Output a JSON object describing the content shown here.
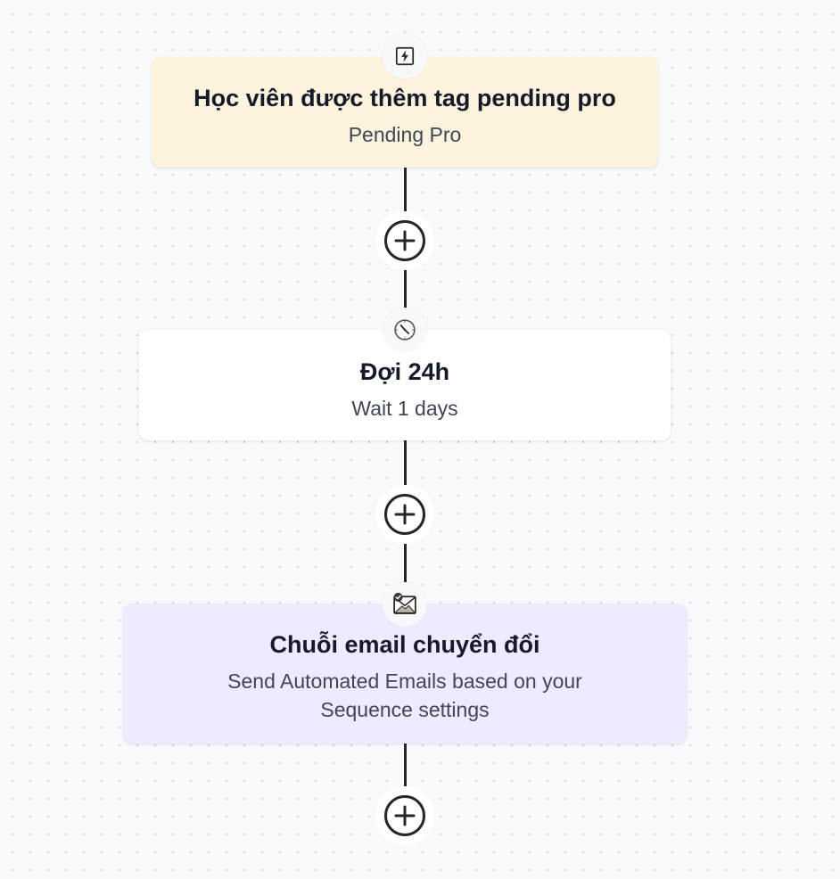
{
  "flow": {
    "nodes": [
      {
        "title": "Học viên được thêm tag pending pro",
        "subtitle": "Pending Pro",
        "icon": "lightning-icon",
        "background": "#fef3dc"
      },
      {
        "title": "Đợi 24h",
        "subtitle": "Wait 1 days",
        "icon": "clock-icon",
        "background": "#ffffff"
      },
      {
        "title": "Chuỗi email chuyển đổi",
        "subtitle_line1": "Send Automated Emails based on your",
        "subtitle_line2": "Sequence settings",
        "icon": "email-sequence-icon",
        "background": "#efeafd"
      }
    ],
    "add_step_icon": "plus-circle-icon",
    "connector_color": "#2a2522"
  }
}
